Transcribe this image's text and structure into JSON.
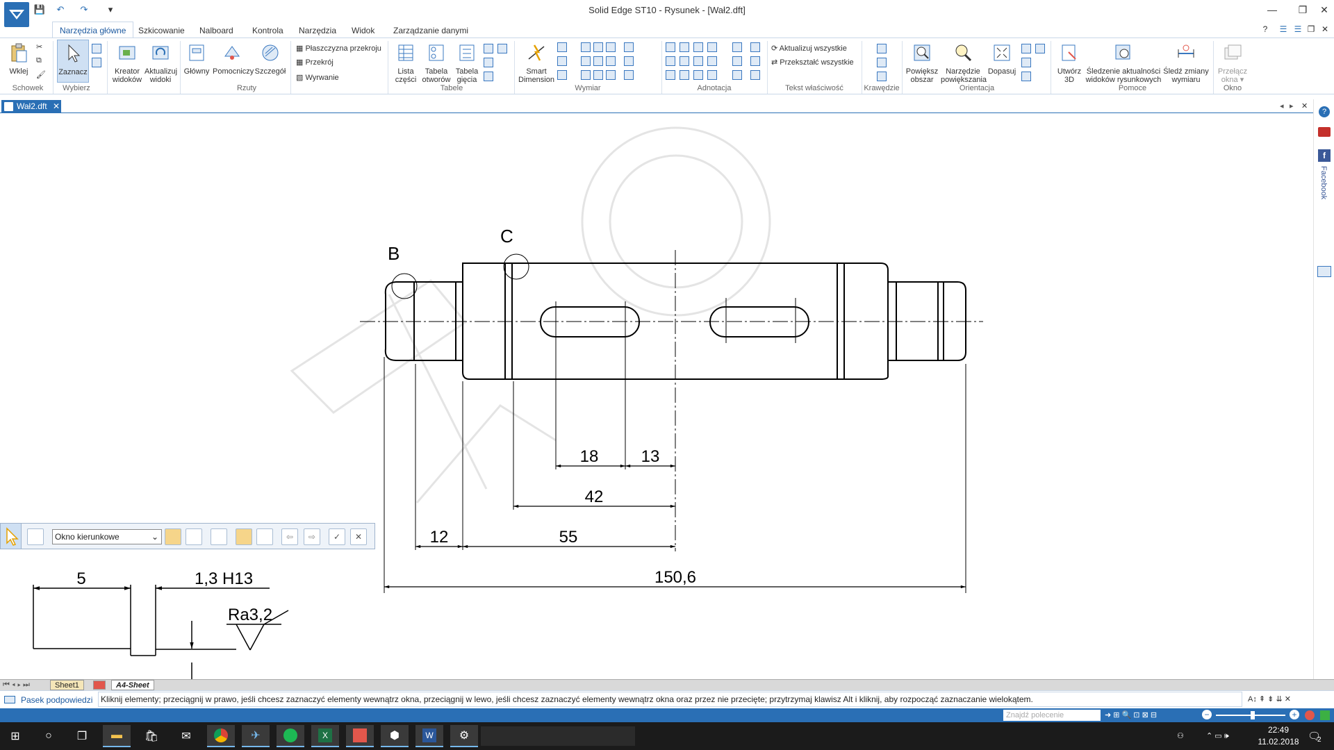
{
  "window": {
    "title": "Solid Edge ST10 - Rysunek - [Wał2.dft]",
    "qat_more": "▾"
  },
  "ribbon_tabs": [
    "Narzędzia główne",
    "Szkicowanie",
    "Nalboard",
    "Kontrola",
    "Narzędzia",
    "Widok",
    "Zarządzanie danymi"
  ],
  "ribbon": {
    "paste": "Wklej",
    "select": "Zaznacz",
    "view_wizard": [
      "Kreator",
      "widoków"
    ],
    "update_views": [
      "Aktualizuj",
      "widoki"
    ],
    "main_view": "Główny",
    "auxiliary": "Pomocniczy",
    "detail": "Szczegół",
    "section_plane": "Płaszczyzna przekroju",
    "section": "Przekrój",
    "break_out": "Wyrwanie",
    "parts_list": [
      "Lista",
      "części"
    ],
    "hole_table": [
      "Tabela",
      "otworów"
    ],
    "bend_table": [
      "Tabela",
      "gięcia"
    ],
    "smart_dimension": [
      "Smart",
      "Dimension"
    ],
    "update_all": "Aktualizuj wszystkie",
    "convert_all": "Przekształć wszystkie",
    "zoom_area": [
      "Powiększ",
      "obszar"
    ],
    "zoom_tool": [
      "Narzędzie",
      "powiększania"
    ],
    "fit": "Dopasuj",
    "create_3d": [
      "Utwórz",
      "3D"
    ],
    "track_views": [
      "Śledzenie aktualności",
      "widoków rysunkowych"
    ],
    "track_dim": [
      "Śledź zmiany",
      "wymiaru"
    ],
    "switch_window": [
      "Przełącz",
      "okna ▾"
    ],
    "groups": {
      "clipboard": "Schowek",
      "select": "Wybierz",
      "views": "Rzuty",
      "tables": "Tabele",
      "dimension": "Wymiar",
      "annotation": "Adnotacja",
      "text_props": "Tekst właściwość",
      "edges": "Krawędzie",
      "orientation": "Orientacja",
      "help": "Pomoce",
      "window": "Okno"
    }
  },
  "document_tab": "Wał2.dft",
  "drawing": {
    "label_b": "B",
    "label_c": "C",
    "dim_18": "18",
    "dim_13": "13",
    "dim_42": "42",
    "dim_12": "12",
    "dim_55": "55",
    "dim_150": "150,6",
    "dim_5": "5",
    "dim_13h": "1,3  H13",
    "roughness": "Ra3,2"
  },
  "select_toolbar": {
    "mode": "Okno kierunkowe"
  },
  "sheets": [
    "Sheet1",
    "A4-Sheet"
  ],
  "status": {
    "prompt_label": "Pasek podpowiedzi",
    "message": "Kliknij elementy; przeciągnij w prawo, jeśli chcesz zaznaczyć elementy wewnątrz okna, przeciągnij w lewo, jeśli chcesz zaznaczyć elementy wewnątrz okna oraz przez nie przecięte; przytrzymaj klawisz Alt i kliknij, aby rozpocząć zaznaczanie wielokątem.",
    "find_placeholder": "Znajdź polecenie"
  },
  "right_panel": {
    "facebook": "Facebook"
  },
  "taskbar": {
    "time": "22:49",
    "date": "11.02.2018",
    "notif_count": "2"
  },
  "colors": {
    "accent": "#2a6fb5"
  }
}
